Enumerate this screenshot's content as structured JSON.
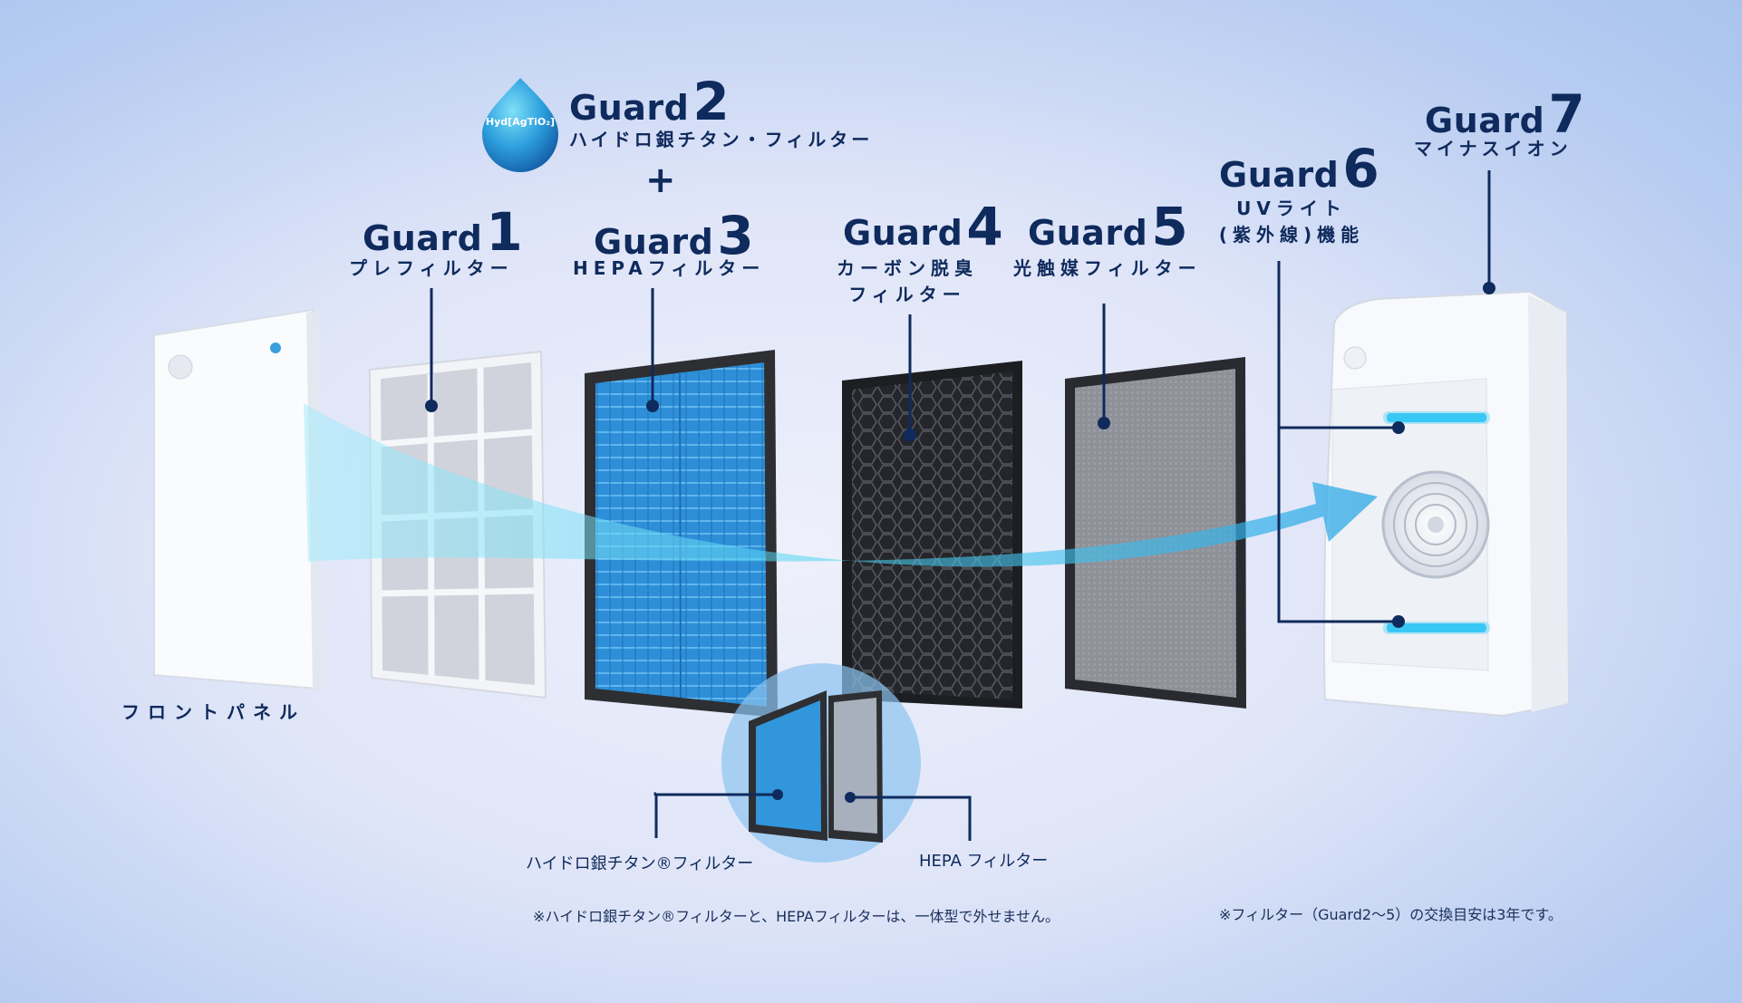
{
  "guards": [
    {
      "word": "Guard",
      "num": "1",
      "sub": [
        "プレフィルター"
      ]
    },
    {
      "word": "Guard",
      "num": "2",
      "sub": [
        "ハイドロ銀チタン・フィルター"
      ]
    },
    {
      "word": "Guard",
      "num": "3",
      "sub": [
        "HEPAフィルター"
      ]
    },
    {
      "word": "Guard",
      "num": "4",
      "sub": [
        "カーボン脱臭",
        "フィルター"
      ]
    },
    {
      "word": "Guard",
      "num": "5",
      "sub": [
        "光触媒フィルター"
      ]
    },
    {
      "word": "Guard",
      "num": "6",
      "sub": [
        "UVライト",
        "(紫外線)機能"
      ]
    },
    {
      "word": "Guard",
      "num": "7",
      "sub": [
        "マイナスイオン"
      ]
    }
  ],
  "plus": "+",
  "badge": "Hyd[AgTiO₂]",
  "front_panel_label": "フロントパネル",
  "inset": {
    "left_label": "ハイドロ銀チタン®フィルター",
    "right_label": "HEPA フィルター"
  },
  "notes": {
    "left": "※ハイドロ銀チタン®フィルターと、HEPAフィルターは、一体型で外せません。",
    "right": "※フィルター（Guard2～5）の交換目安は3年です。"
  },
  "colors": {
    "navy": "#0f2a5c",
    "hepa_blue": "#2d8fd6",
    "carbon": "#2a2c31",
    "photocatalyst": "#8d8f96",
    "flow": "#5fd2ee",
    "uv": "#39c8f5"
  }
}
